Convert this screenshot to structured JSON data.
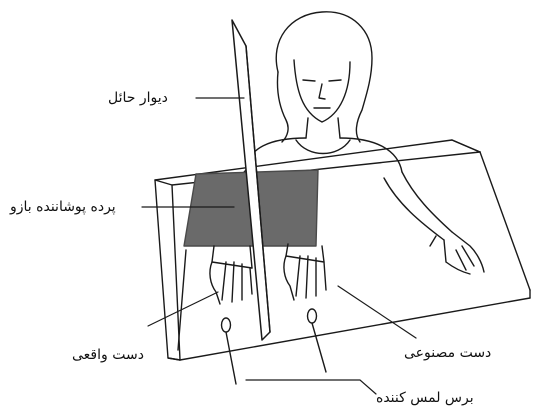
{
  "labels": {
    "partition_wall": "دیوار حائل",
    "arm_cover": "پرده پوشاننده بازو",
    "real_hand": "دست واقعی",
    "fake_hand": "دست مصنوعی",
    "touching_brush": "برس لمس کننده"
  },
  "colors": {
    "line": "#1a1a1a",
    "cloth": "#6a6a6a",
    "background": "#ffffff"
  }
}
